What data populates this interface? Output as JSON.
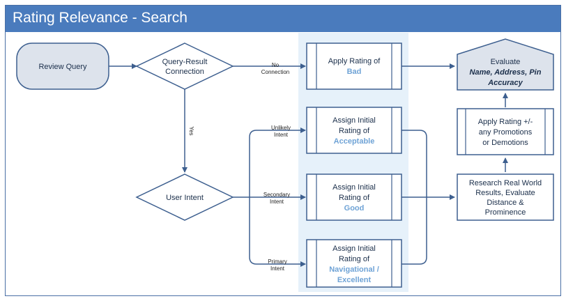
{
  "header": {
    "title": "Rating Relevance - Search"
  },
  "nodes": {
    "review_query": "Review Query",
    "qr_connection": [
      "Query-Result",
      "Connection"
    ],
    "user_intent": "User Intent",
    "bad": {
      "line1": "Apply Rating of",
      "rating": "Bad"
    },
    "acceptable": {
      "line1": "Assign Initial",
      "line2": "Rating of",
      "rating": "Acceptable"
    },
    "good": {
      "line1": "Assign Initial",
      "line2": "Rating of",
      "rating": "Good"
    },
    "navigational": {
      "line1": "Assign Initial",
      "line2": "Rating of",
      "rating1": "Navigational /",
      "rating2": "Excellent"
    },
    "research": [
      "Research Real World",
      "Results, Evaluate",
      "Distance &",
      "Prominence"
    ],
    "promotions": [
      "Apply Rating +/-",
      "any Promotions",
      "or Demotions"
    ],
    "evaluate": {
      "line1": "Evaluate",
      "line2": "Name, Address, Pin",
      "line3": "Accuracy"
    }
  },
  "edges": {
    "no_connection": [
      "No",
      "Connection"
    ],
    "yes": "Yes",
    "unlikely": [
      "Unlikely",
      "Intent"
    ],
    "secondary": [
      "Secondary",
      "Intent"
    ],
    "primary": [
      "Primary",
      "Intent"
    ]
  },
  "colors": {
    "header": "#4a7bbd",
    "stroke": "#3d5f8f",
    "node_fill": "#dde3ec",
    "rating_text": "#6fa3d6",
    "highlight_column": "#e6f1fa"
  }
}
